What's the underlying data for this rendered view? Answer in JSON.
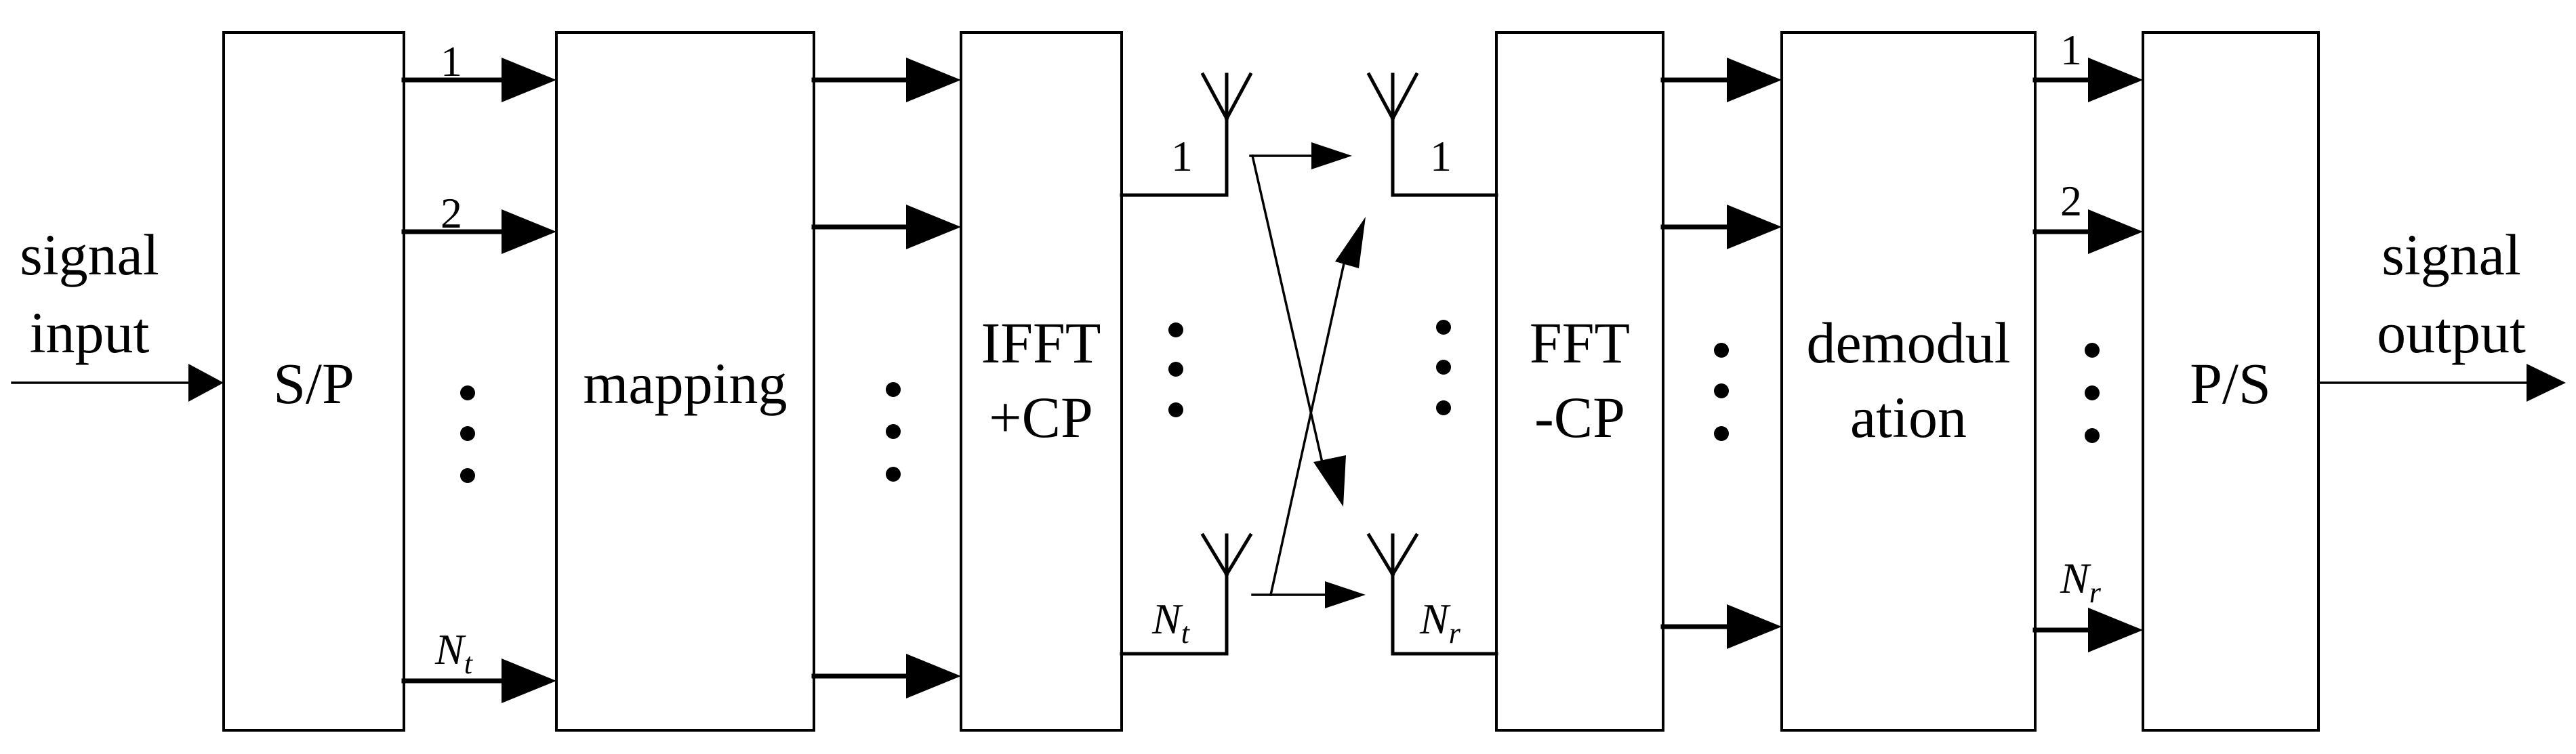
{
  "labels": {
    "signal_input_1": "signal",
    "signal_input_2": "input",
    "signal_output_1": "signal",
    "signal_output_2": "output"
  },
  "blocks": {
    "sp": "S/P",
    "mapping": "mapping",
    "ifft_1": "IFFT",
    "ifft_2": "+CP",
    "fft_1": "FFT",
    "fft_2": "-CP",
    "demod_1": "demodul",
    "demod_2": "ation",
    "ps": "P/S"
  },
  "stream_labels": {
    "sp_out_1": "1",
    "sp_out_2": "2",
    "sp_out_n_base": "N",
    "sp_out_n_sub": "t",
    "tx_ant_1": "1",
    "tx_ant_n_base": "N",
    "tx_ant_n_sub": "t",
    "rx_ant_1": "1",
    "rx_ant_n_base": "N",
    "rx_ant_n_sub": "r",
    "demod_out_1": "1",
    "demod_out_2": "2",
    "demod_out_n_base": "N",
    "demod_out_n_sub": "r"
  }
}
